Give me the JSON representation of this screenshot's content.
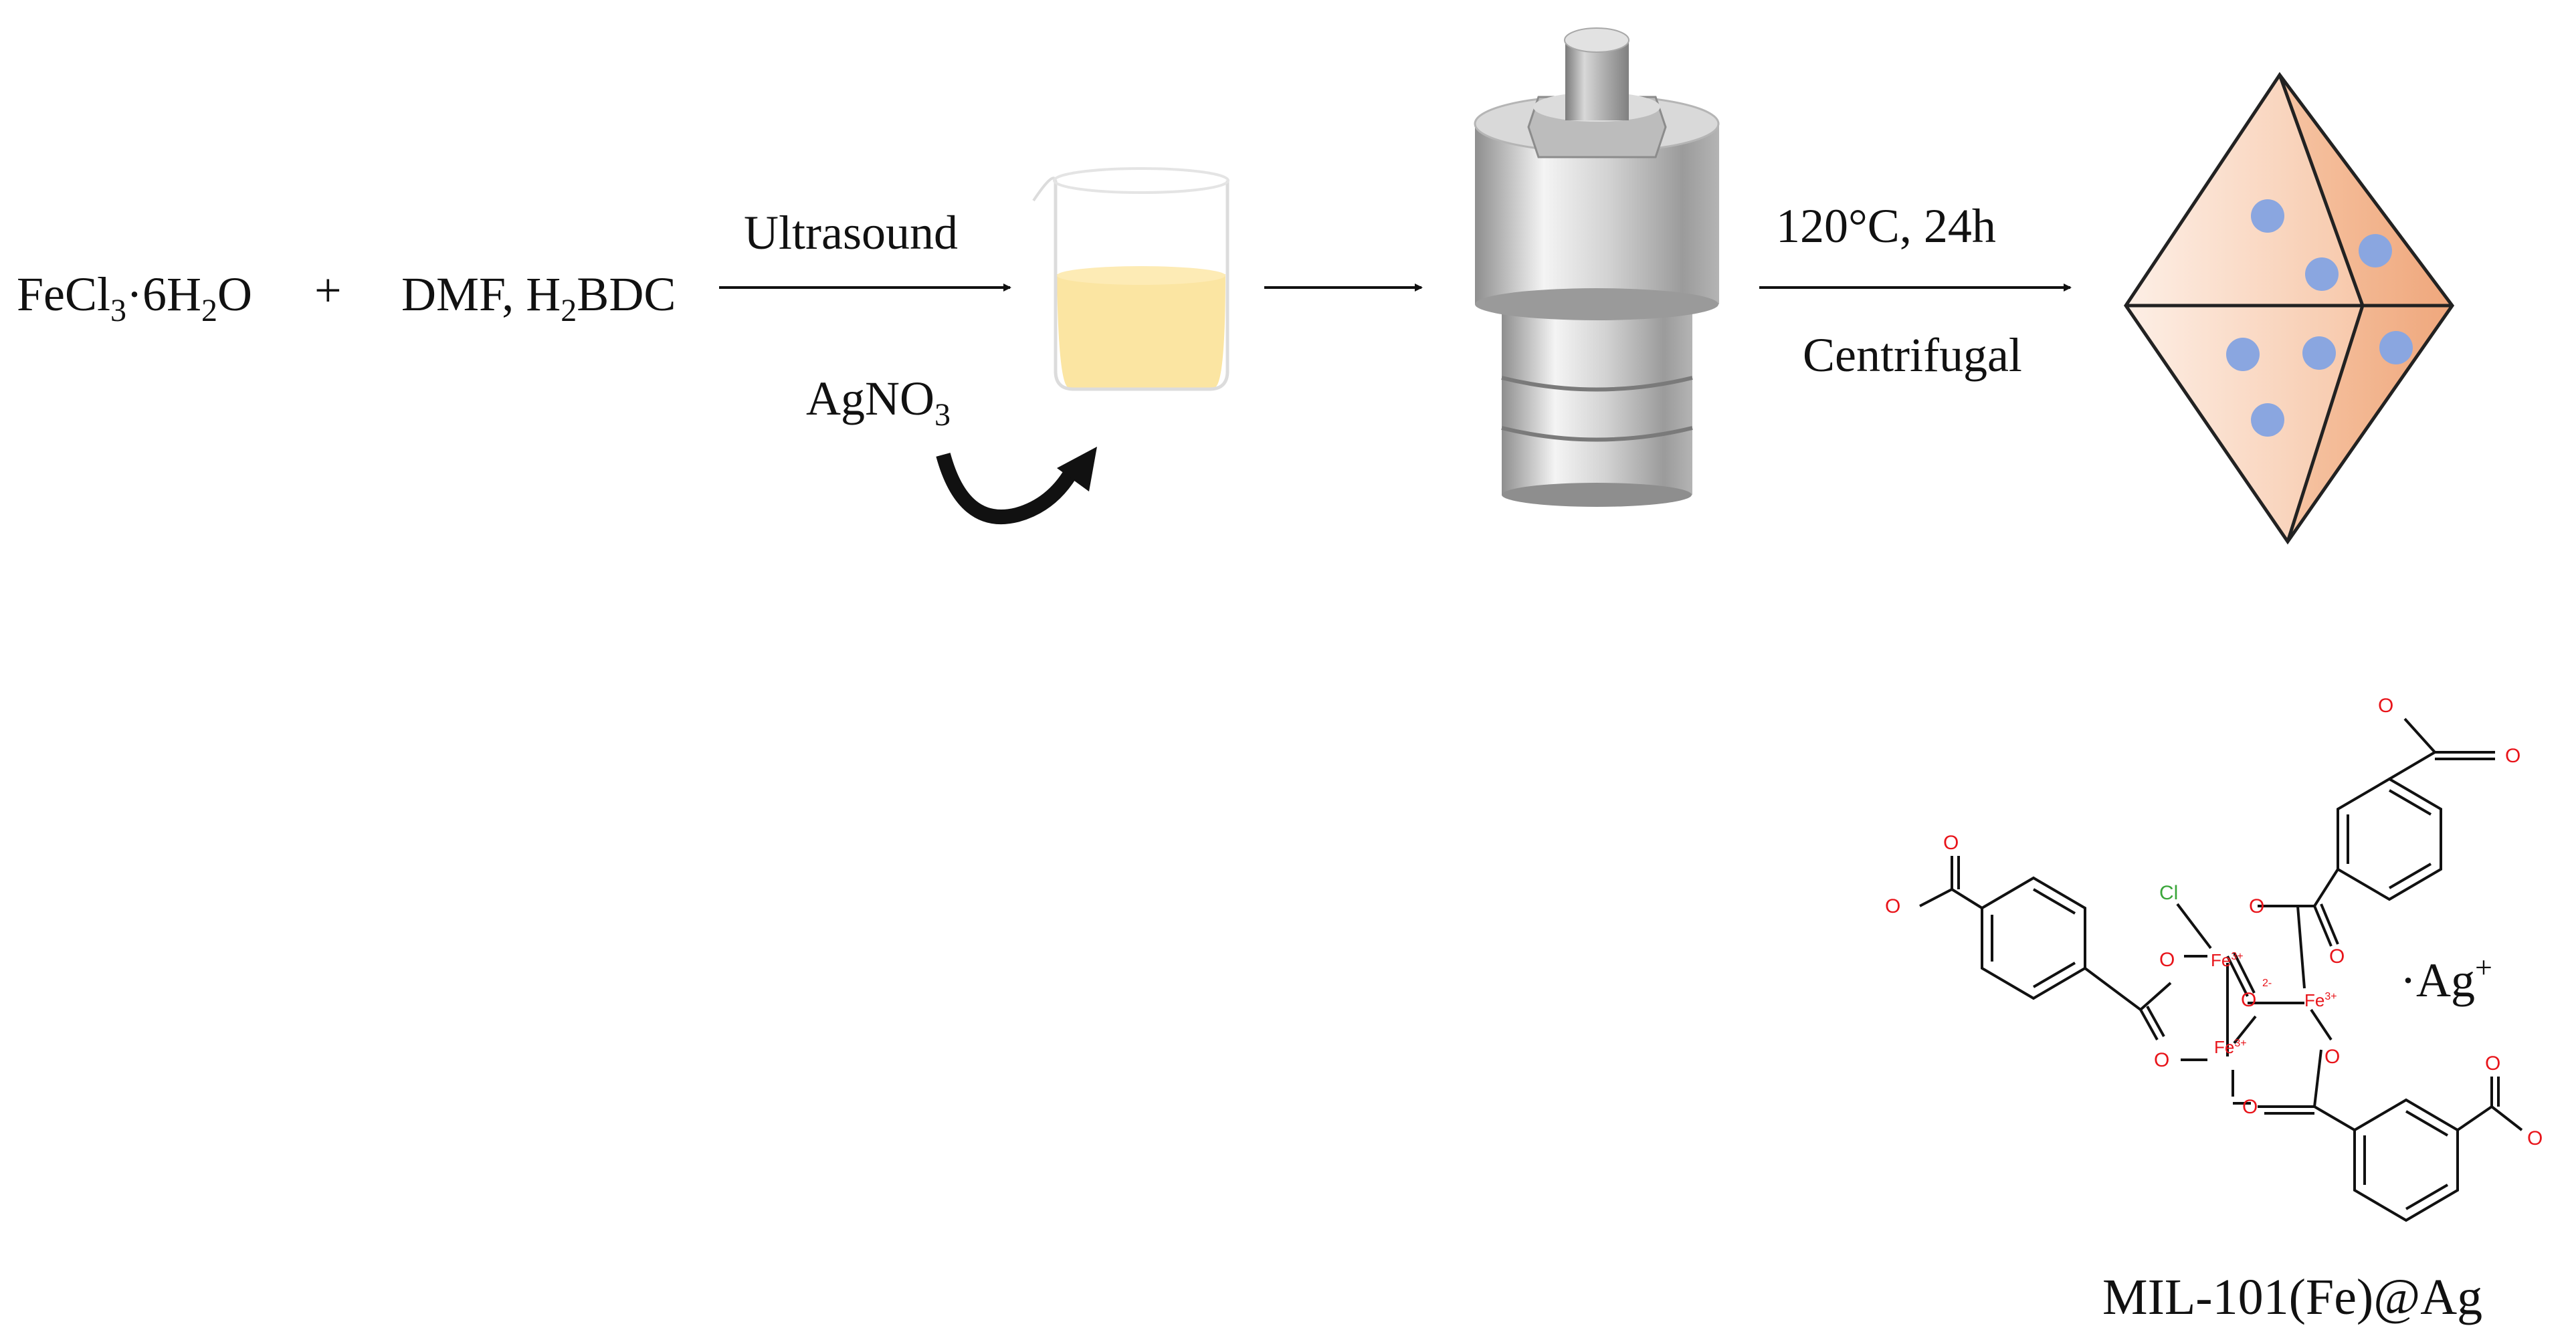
{
  "reactants": {
    "fecl3": {
      "base": "FeCl",
      "sub": "3",
      "middle": "·6H",
      "sub2": "2",
      "end": "O"
    },
    "plus": "+",
    "dmf": {
      "base": "DMF, H",
      "sub": "2",
      "end": "BDC"
    }
  },
  "step1": {
    "above": "Ultrasound",
    "below": {
      "base": "AgNO",
      "sub": "3"
    }
  },
  "step3": {
    "above": "120°C,   24h",
    "below": "Centrifugal"
  },
  "product": {
    "ag_label": {
      "dot": "·",
      "base": "Ag",
      "sup": "+"
    },
    "name": "MIL-101(Fe)@Ag"
  },
  "structure_labels": {
    "o_minus": "O",
    "o": "O",
    "cl": "Cl",
    "fe": "Fe",
    "fe_charge": "3+",
    "o2_charge": "2-"
  },
  "colors": {
    "liquid": "#fbe5a2",
    "octahedron_light": "#fde8dc",
    "octahedron_dark": "#f2b48f",
    "dots": "#8aa6e0",
    "oxygen": "#e8141a",
    "chlorine": "#3aa63a",
    "metal_light": "#f2f2f2",
    "metal_dark": "#8c8c8c"
  }
}
